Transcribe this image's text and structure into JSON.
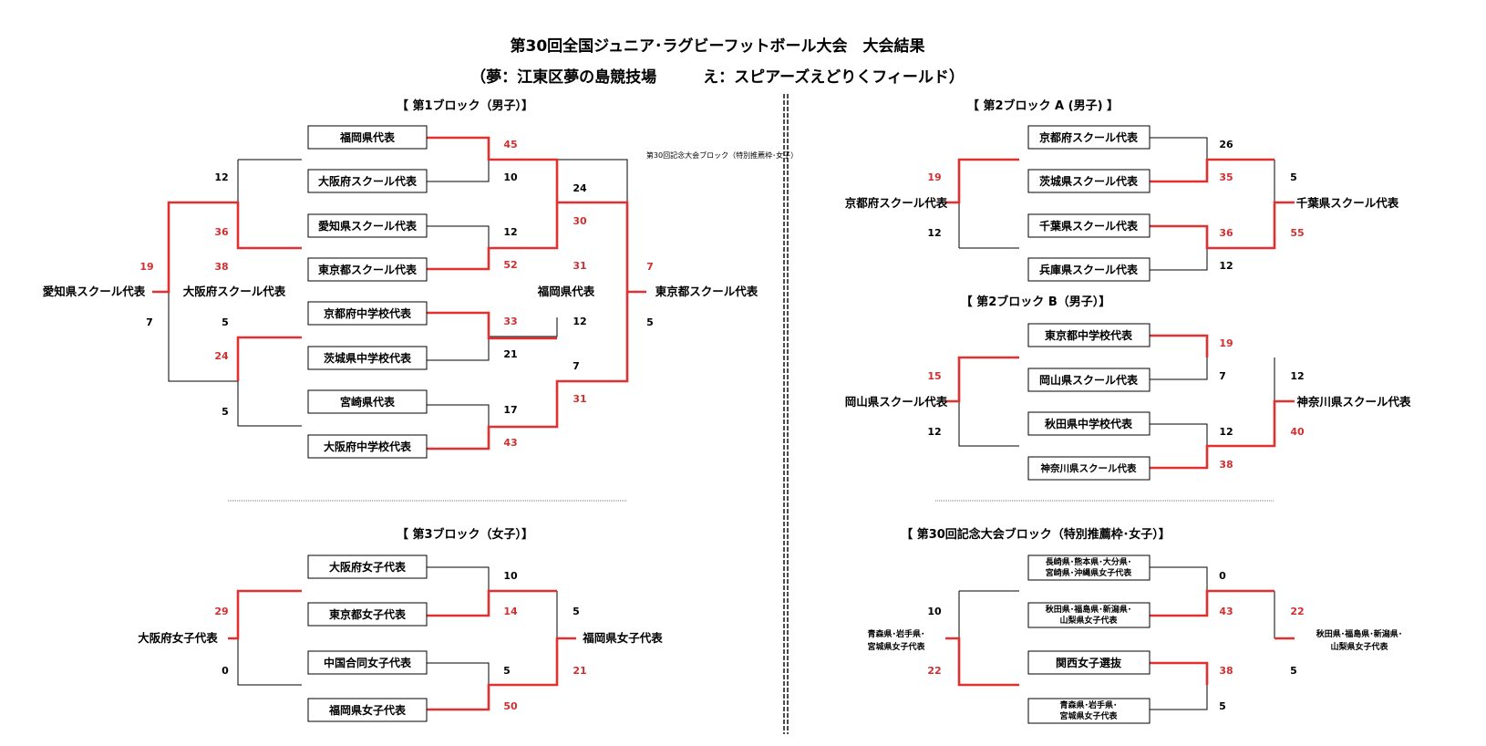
{
  "title": "第30回全国ジュニア･ラグビーフットボール大会　大会結果",
  "subtitle": "（夢：江東区夢の島競技場　　　え：スピアーズえどりくフィールド）",
  "center_note": "第30回記念大会ブロック（特別推薦枠･女子）",
  "colors": {
    "win": "#e03030",
    "line": "#000000",
    "score_win": "#d03030"
  },
  "blocks": {
    "b1": {
      "header": "【 第1ブロック（男子）】",
      "teams": [
        "福岡県代表",
        "大阪府スクール代表",
        "愛知県スクール代表",
        "東京都スクール代表",
        "京都府中学校代表",
        "茨城県中学校代表",
        "宮崎県代表",
        "大阪府中学校代表"
      ],
      "winners": [
        "愛知県スクール代表",
        "大阪府スクール代表",
        "福岡県代表",
        "東京都スクール代表"
      ],
      "s": [
        "12",
        "36",
        "38",
        "5",
        "24",
        "5",
        "19",
        "7",
        "45",
        "10",
        "12",
        "52",
        "33",
        "21",
        "17",
        "43",
        "24",
        "30",
        "31",
        "12",
        "7",
        "31",
        "7",
        "5"
      ]
    },
    "b2a": {
      "header": "【 第2ブロック A (男子) 】",
      "teams": [
        "京都府スクール代表",
        "茨城県スクール代表",
        "千葉県スクール代表",
        "兵庫県スクール代表"
      ],
      "winners": [
        "京都府スクール代表",
        "千葉県スクール代表"
      ],
      "s": [
        "19",
        "12",
        "26",
        "35",
        "36",
        "12",
        "5",
        "55"
      ]
    },
    "b2b": {
      "header": "【 第2ブロック B（男子）】",
      "teams": [
        "東京都中学校代表",
        "岡山県スクール代表",
        "秋田県中学校代表",
        "神奈川県スクール代表"
      ],
      "winners": [
        "岡山県スクール代表",
        "神奈川県スクール代表"
      ],
      "s": [
        "15",
        "12",
        "19",
        "7",
        "12",
        "38",
        "12",
        "40"
      ]
    },
    "b3": {
      "header": "【 第3ブロック（女子）】",
      "teams": [
        "大阪府女子代表",
        "東京都女子代表",
        "中国合同女子代表",
        "福岡県女子代表"
      ],
      "winners": [
        "大阪府女子代表",
        "福岡県女子代表"
      ],
      "s": [
        "29",
        "0",
        "10",
        "14",
        "5",
        "50",
        "5",
        "21"
      ]
    },
    "b4": {
      "header": "【 第30回記念大会ブロック（特別推薦枠･女子）】",
      "teams": [
        {
          "l1": "長崎県･熊本県･大分県･",
          "l2": "宮崎県･沖縄県女子代表"
        },
        {
          "l1": "秋田県･福島県･新潟県･",
          "l2": "山梨県女子代表"
        },
        {
          "l1": "関西女子選抜",
          "l2": ""
        },
        {
          "l1": "青森県･岩手県･",
          "l2": "宮城県女子代表"
        }
      ],
      "winners": [
        {
          "l1": "青森県･岩手県･",
          "l2": "宮城県女子代表"
        },
        {
          "l1": "秋田県･福島県･新潟県･",
          "l2": "山梨県女子代表"
        }
      ],
      "s": [
        "10",
        "22",
        "0",
        "43",
        "38",
        "5",
        "22",
        "5"
      ]
    }
  }
}
